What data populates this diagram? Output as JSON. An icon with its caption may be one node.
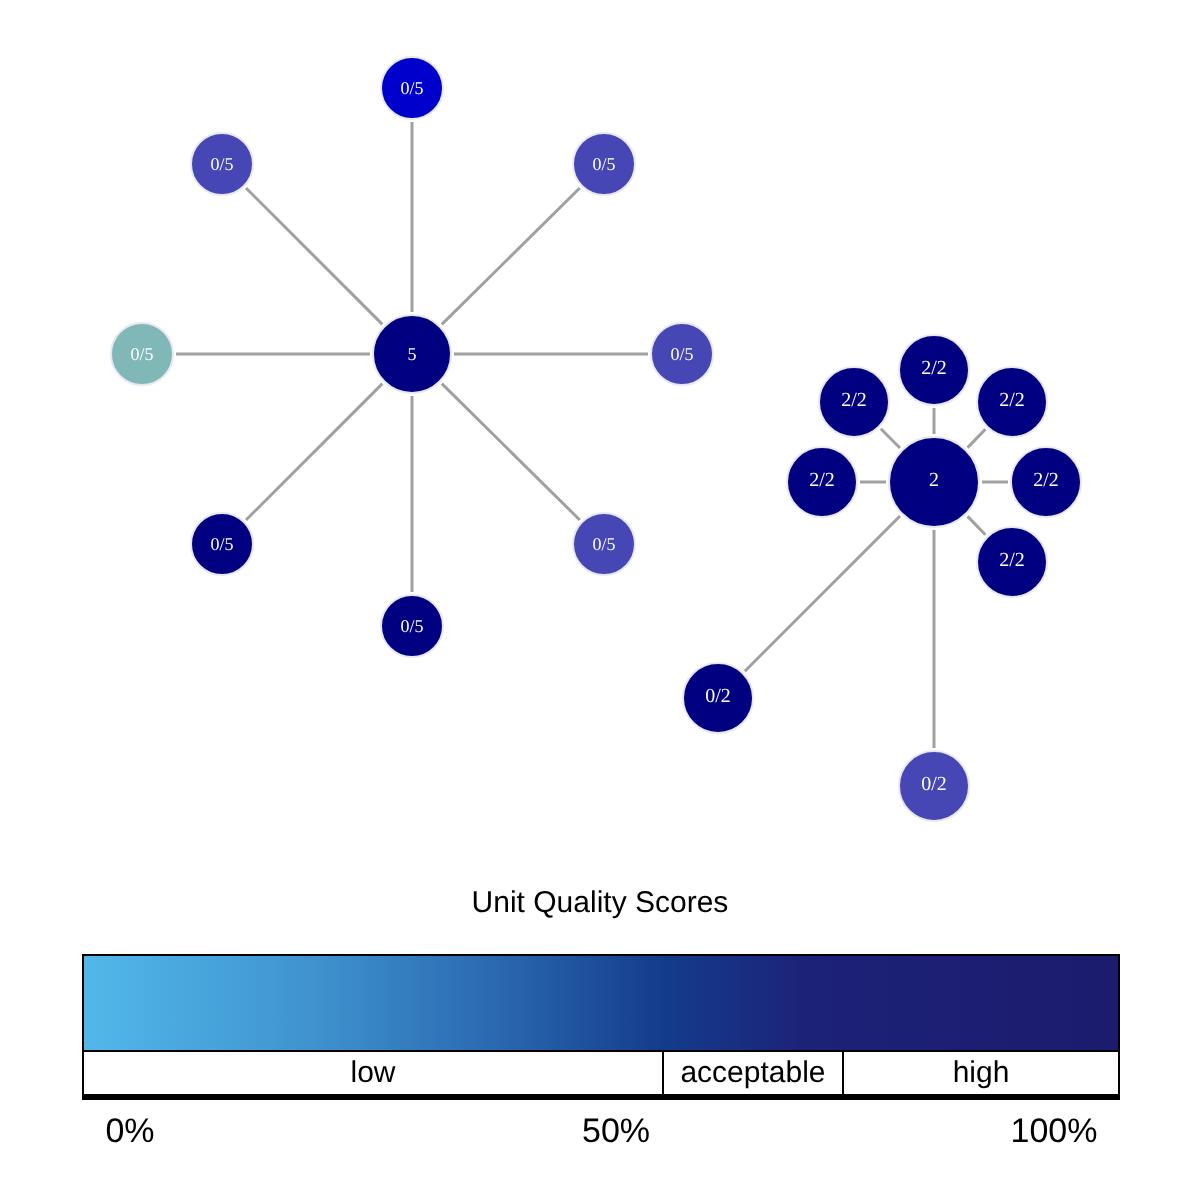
{
  "diagram": {
    "nodes": [
      {
        "text": [
          "5"
        ]
      },
      {
        "text": [
          "0/5"
        ]
      },
      {
        "text": [
          "0/5"
        ]
      },
      {
        "text": [
          "0/5"
        ]
      },
      {
        "text": [
          "0/5"
        ]
      },
      {
        "text": [
          "0/5"
        ]
      },
      {
        "text": [
          "0/5"
        ]
      },
      {
        "text": [
          "0/5"
        ]
      },
      {
        "text": [
          "0/5"
        ]
      },
      {
        "text": [
          "2"
        ]
      },
      {
        "text": [
          "2/2"
        ]
      },
      {
        "text": [
          "2/2"
        ]
      },
      {
        "text": [
          "2/2"
        ]
      },
      {
        "text": [
          "2/2"
        ]
      },
      {
        "text": [
          "0/2"
        ]
      },
      {
        "text": [
          "0/2"
        ]
      },
      {
        "text": [
          "2/2"
        ]
      },
      {
        "text": [
          "2/2"
        ]
      }
    ],
    "edges": [
      {
        "from": 0,
        "to": 1,
        "arrow": "none"
      },
      {
        "from": 0,
        "to": 2,
        "arrow": "none"
      },
      {
        "from": 0,
        "to": 3,
        "arrow": "none"
      },
      {
        "from": 0,
        "to": 4,
        "arrow": "none"
      },
      {
        "from": 0,
        "to": 5,
        "arrow": "none"
      },
      {
        "from": 0,
        "to": 6,
        "arrow": "none"
      },
      {
        "from": 0,
        "to": 7,
        "arrow": "none"
      },
      {
        "from": 0,
        "to": 8,
        "arrow": "none"
      },
      {
        "from": 9,
        "to": 10,
        "arrow": "none"
      },
      {
        "from": 9,
        "to": 11,
        "arrow": "none"
      },
      {
        "from": 9,
        "to": 12,
        "arrow": "none"
      },
      {
        "from": 9,
        "to": 13,
        "arrow": "none"
      },
      {
        "from": 9,
        "to": 14,
        "arrow": "none"
      },
      {
        "from": 9,
        "to": 15,
        "arrow": "none"
      },
      {
        "from": 9,
        "to": 16,
        "arrow": "none"
      },
      {
        "from": 9,
        "to": 17,
        "arrow": "none"
      }
    ],
    "labels": [
      "Unit Quality Scores",
      "low",
      "acceptable",
      "high",
      "0%",
      "50%",
      "100%"
    ]
  }
}
